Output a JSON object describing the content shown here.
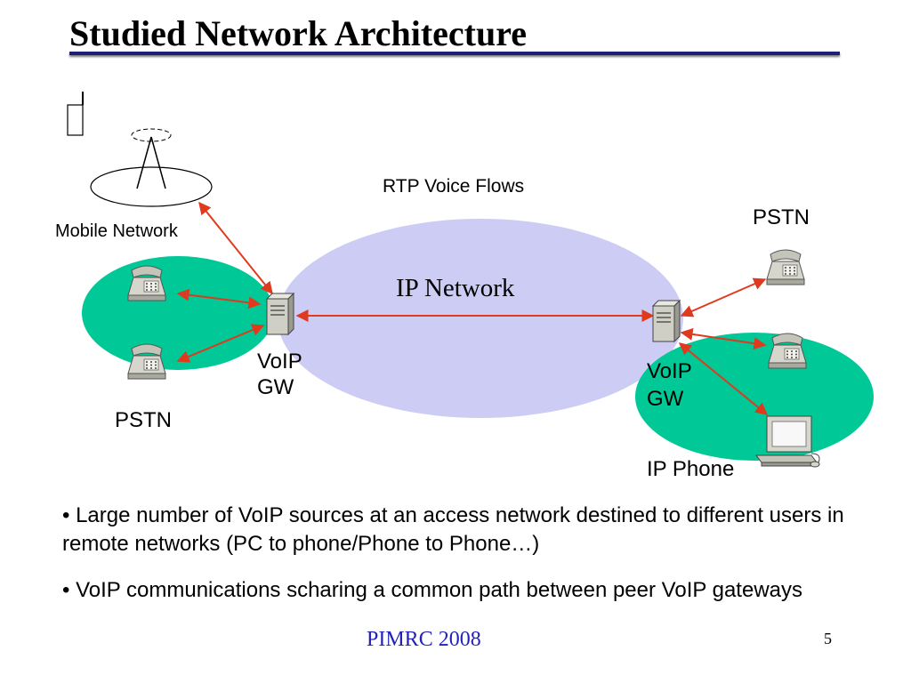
{
  "slide": {
    "title": "Studied Network Architecture",
    "footer": "PIMRC 2008",
    "page_number": "5",
    "colors": {
      "title_rule": "#1f1f7a",
      "ip_cloud": "#ccccf5",
      "access_network": "#00c896",
      "flow_arrow": "#e03a1e",
      "footer_text": "#2222bb"
    }
  },
  "diagram": {
    "flows_label": "RTP Voice Flows",
    "ip_network_label": "IP Network",
    "mobile_network_label": "Mobile Network",
    "left_pstn_label": "PSTN",
    "right_pstn_label": "PSTN",
    "left_gw_line1": "VoIP",
    "left_gw_line2": "GW",
    "right_gw_line1": "VoIP",
    "right_gw_line2": "GW",
    "ip_phone_label": "IP Phone",
    "icons": [
      "cell-tower-icon",
      "telephone-icon",
      "server-icon",
      "computer-icon"
    ]
  },
  "bullets": [
    "• Large number of VoIP sources at an access network destined to different users in remote networks (PC to phone/Phone to Phone…)",
    "• VoIP communications scharing a common path between peer VoIP gateways"
  ]
}
